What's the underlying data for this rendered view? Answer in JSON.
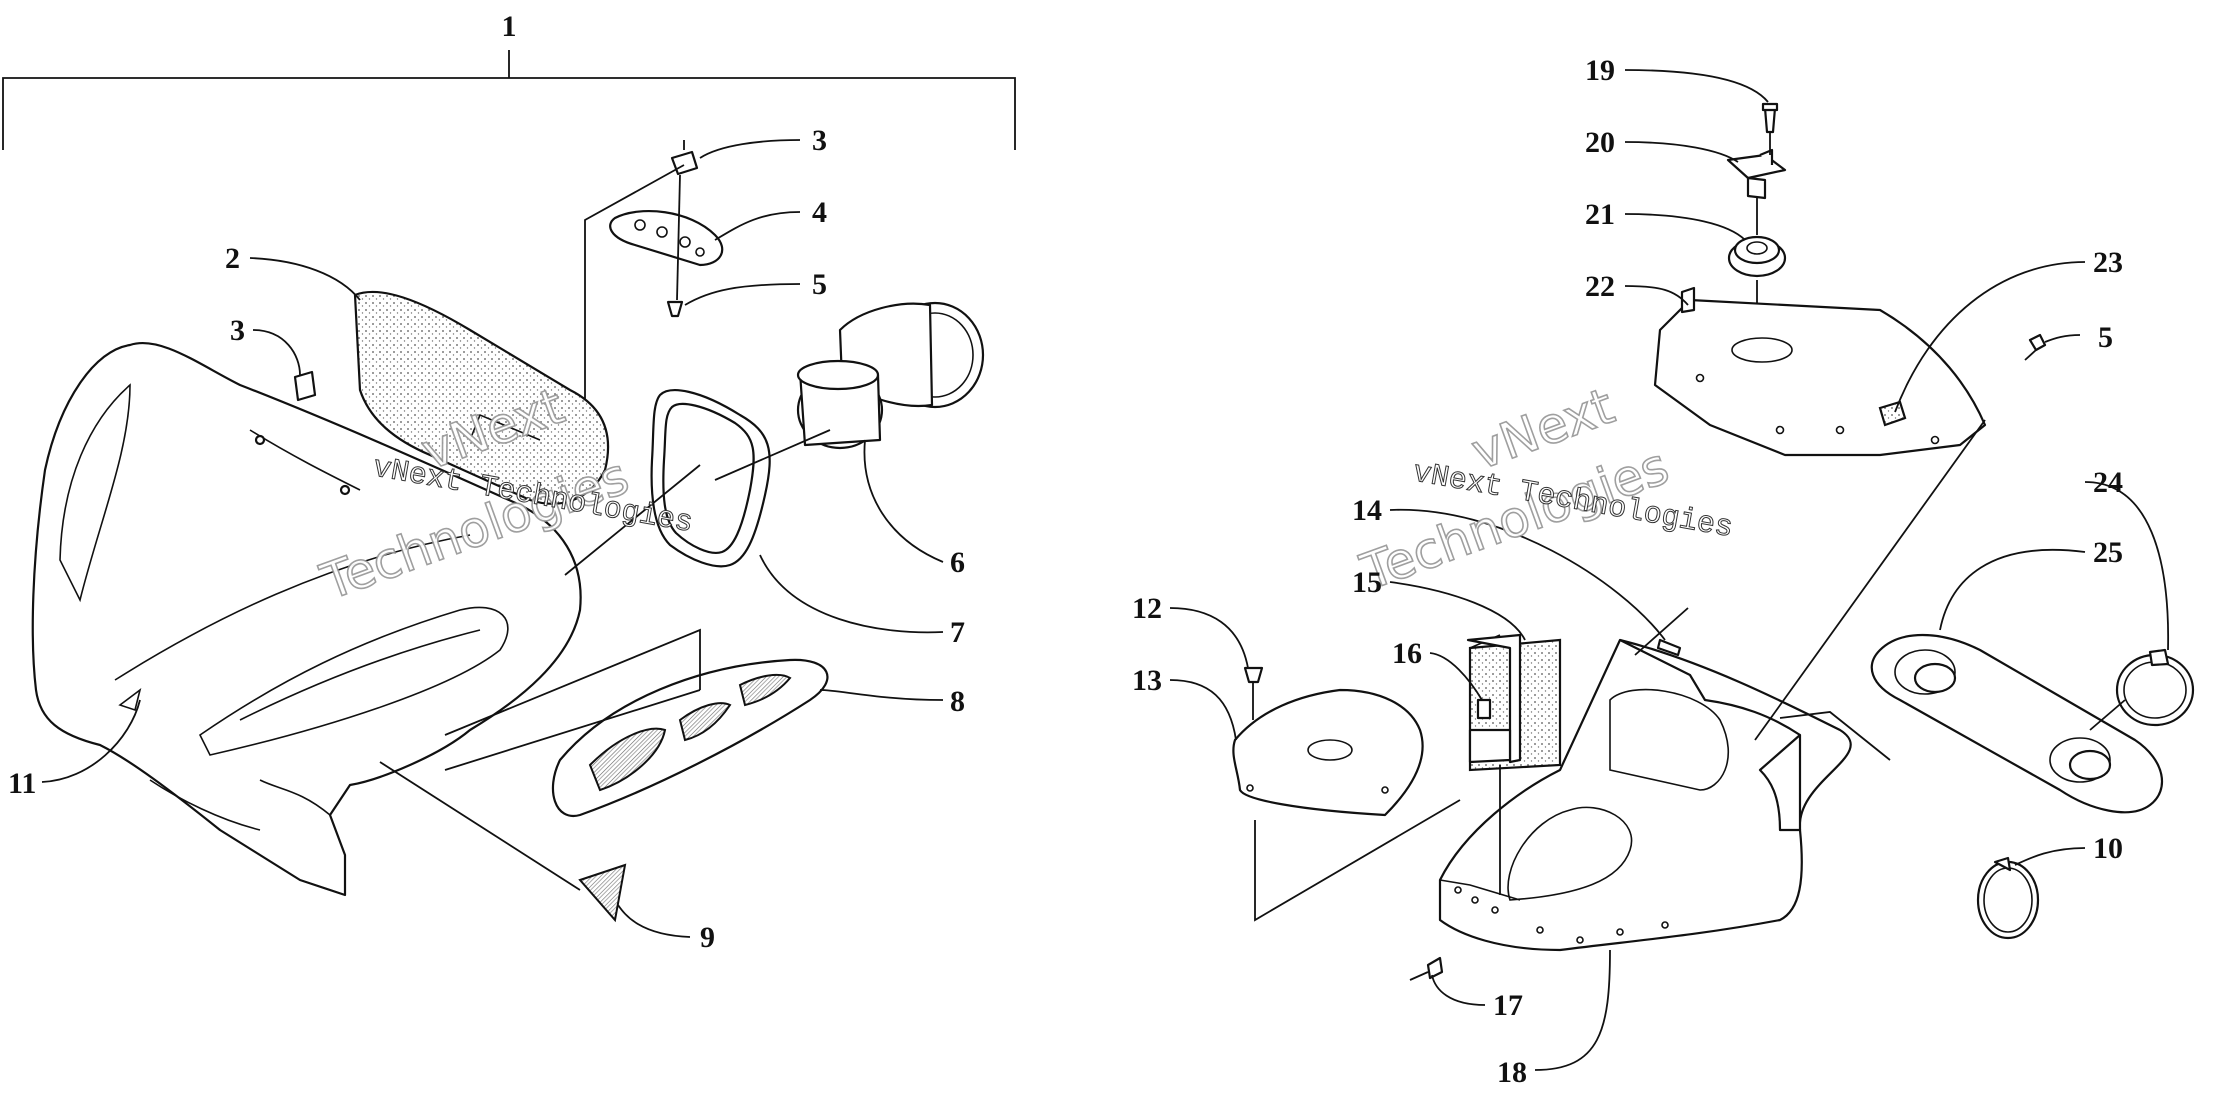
{
  "callouts": {
    "c1": "1",
    "c2": "2",
    "c3a": "3",
    "c3b": "3",
    "c4": "4",
    "c5a": "5",
    "c5b": "5",
    "c6": "6",
    "c7": "7",
    "c8": "8",
    "c9": "9",
    "c10": "10",
    "c11": "11",
    "c12": "12",
    "c13": "13",
    "c14": "14",
    "c15": "15",
    "c16": "16",
    "c17": "17",
    "c18": "18",
    "c19": "19",
    "c20": "20",
    "c21": "21",
    "c22": "22",
    "c23": "23",
    "c24": "24",
    "c25": "25"
  },
  "watermark": {
    "company": "vNext Technologies",
    "word1": "vNext",
    "word2": "Technologies"
  }
}
